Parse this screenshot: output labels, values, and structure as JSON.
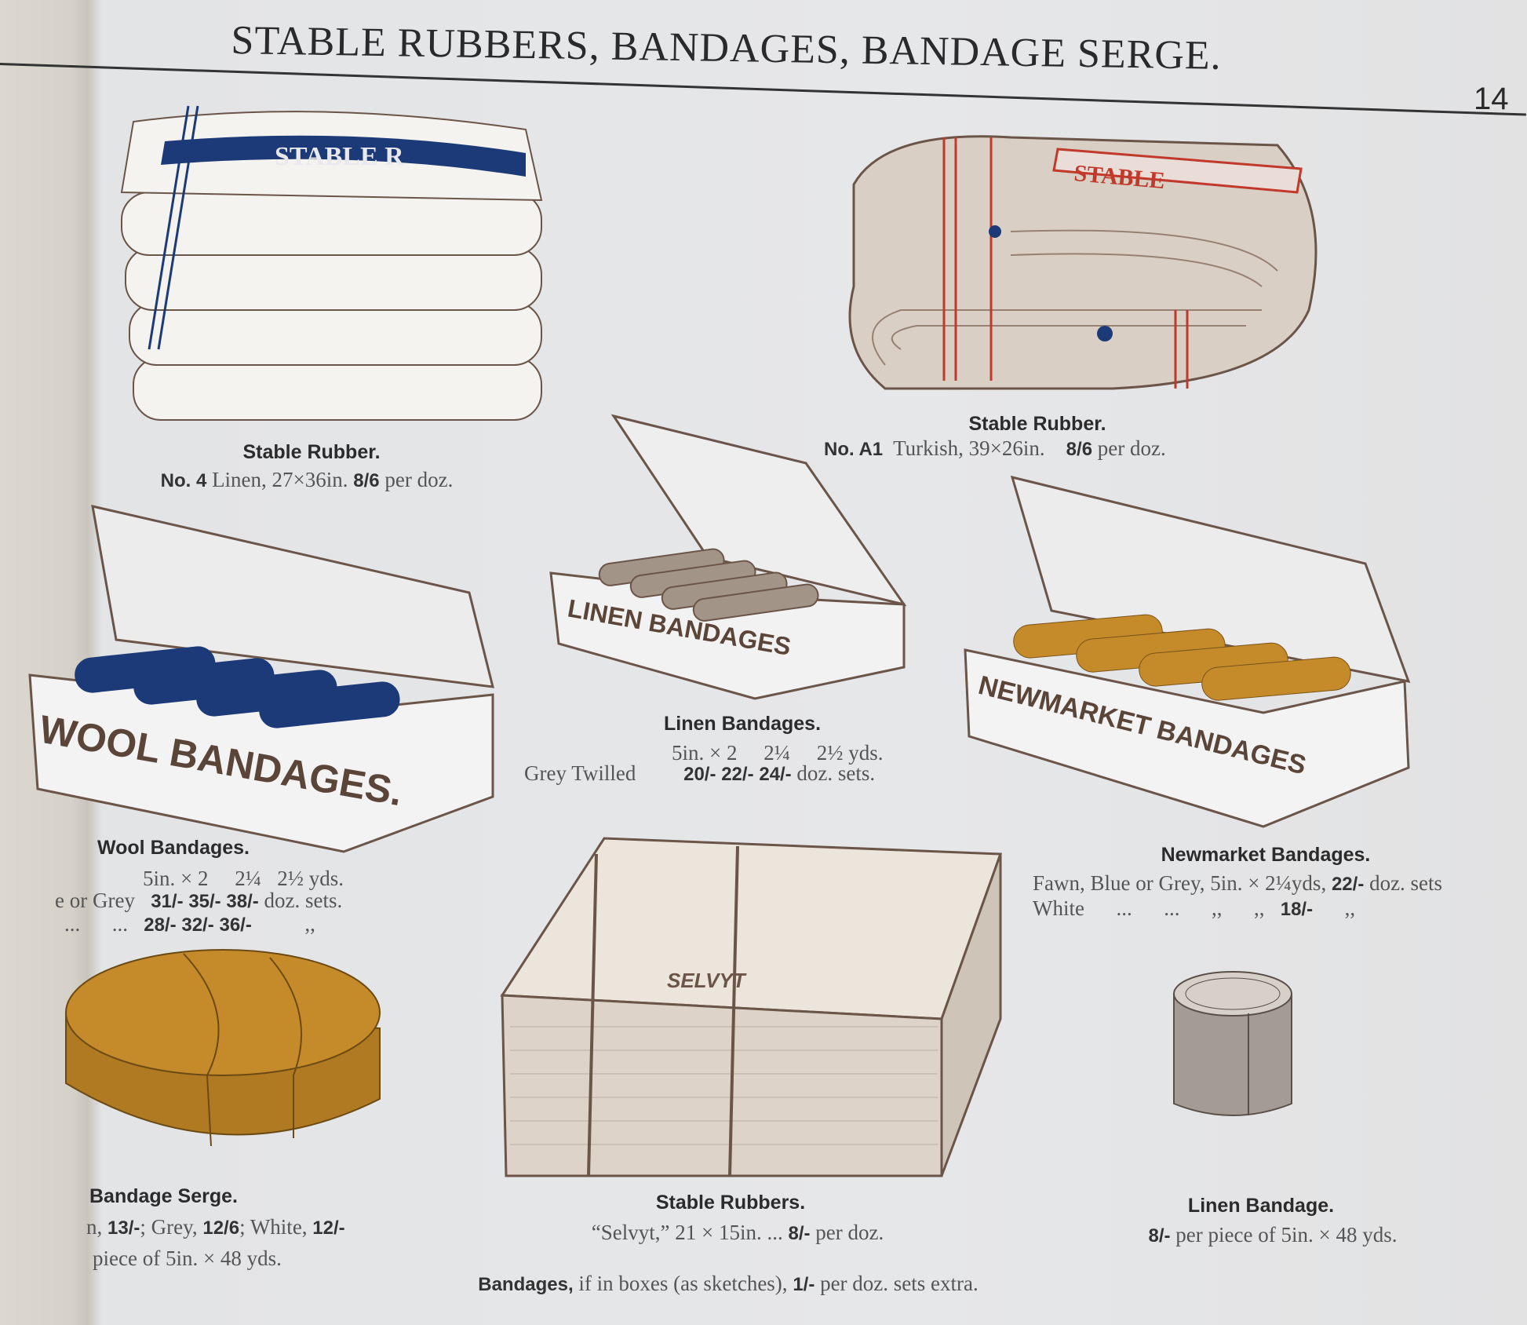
{
  "header": {
    "title": "STABLE RUBBERS, BANDAGES, BANDAGE SERGE.",
    "page_number": "14"
  },
  "items": {
    "stable_rubber_linen": {
      "caption": "Stable Rubber.",
      "no": "No. 4",
      "desc": "Linen, 27×36in.",
      "price": "8/6",
      "unit": "per doz.",
      "label_art": "STABLE R"
    },
    "stable_rubber_turkish": {
      "caption": "Stable Rubber.",
      "no": "No. A1",
      "desc": "Turkish, 39×26in.",
      "price": "8/6",
      "unit": "per doz.",
      "label_art": "STABLE"
    },
    "linen_bandages": {
      "caption": "Linen Bandages.",
      "sizes": "5in. × 2     2¼     2½ yds.",
      "variant": "Grey Twilled",
      "prices": [
        "20/-",
        "22/-",
        "24/-"
      ],
      "unit": "doz. sets.",
      "box_label": "LINEN BANDAGES"
    },
    "wool_bandages": {
      "caption": "Wool Bandages.",
      "sizes": "5in. × 2     2¼   2½ yds.",
      "row1_label": "e or Grey",
      "row1_prices": [
        "31/-",
        "35/-",
        "38/-"
      ],
      "row1_unit": "doz. sets.",
      "row2_label": "...      ...",
      "row2_prices": [
        "28/-",
        "32/-",
        "36/-"
      ],
      "row2_unit": ",,",
      "box_label": "WOOL BANDAGES."
    },
    "newmarket_bandages": {
      "caption": "Newmarket Bandages.",
      "row1": "Fawn, Blue or Grey, 5in. × 2¼yds,",
      "row1_price": "22/-",
      "row1_unit": "doz. sets",
      "row2": "White      ...      ...      ,,      ,,",
      "row2_price": "18/-",
      "row2_unit": ",,",
      "box_label": "NEWMARKET BANDAGES"
    },
    "bandage_serge": {
      "caption": "Bandage Serge.",
      "line1_a": "n, ",
      "line1_p1": "13/-",
      "line1_b": "; Grey, ",
      "line1_p2": "12/6",
      "line1_c": "; White, ",
      "line1_p3": "12/-",
      "line2": "piece of 5in. × 48 yds."
    },
    "stable_rubbers_selvyt": {
      "caption": "Stable Rubbers.",
      "desc": "“Selvyt,” 21 × 15in.   ...",
      "price": "8/-",
      "unit": "per doz.",
      "label_art": "SELVYT"
    },
    "linen_bandage": {
      "caption": "Linen Bandage.",
      "price": "8/-",
      "desc": "per piece of 5in. × 48 yds."
    }
  },
  "footer": {
    "bold": "Bandages,",
    "text": "if in boxes (as sketches),",
    "price": "1/-",
    "rest": "per doz. sets extra."
  },
  "colors": {
    "blue": "#1d3a78",
    "red": "#c0392b",
    "fawn": "#c58a2a",
    "sepia": "#6b5548",
    "paper": "#e5e6e8"
  }
}
